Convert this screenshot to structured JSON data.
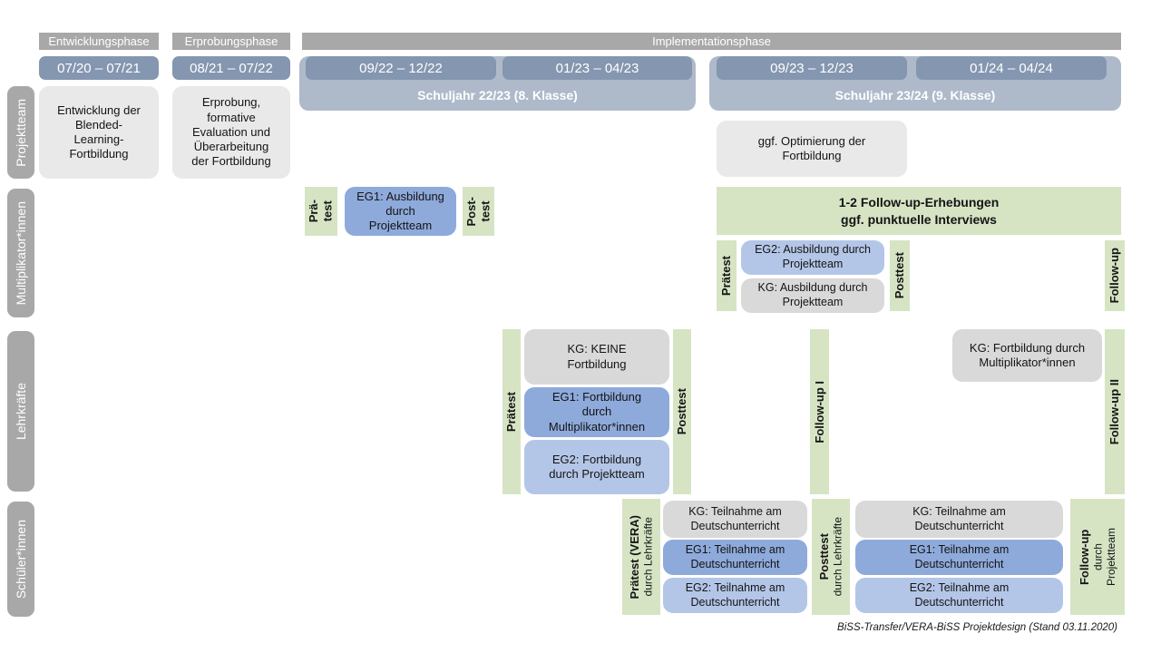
{
  "colors": {
    "header_gray": "#a8a8a8",
    "date_bar_blue": "#8496b0",
    "schuljahr_container_blue": "#aebaca",
    "box_light_gray": "#e9e9e9",
    "kg_gray": "#d9d9d9",
    "eg1_blue": "#8eaadb",
    "eg2_blue": "#b4c6e7",
    "test_green": "#d6e4c4"
  },
  "phases": {
    "entwicklung": {
      "label": "Entwicklungsphase",
      "date": "07/20 – 07/21"
    },
    "erprobung": {
      "label": "Erprobungsphase",
      "date": "08/21 – 07/22"
    },
    "implementation": {
      "label": "Implementationsphase"
    }
  },
  "schuljahre": {
    "sj2223": {
      "label": "Schuljahr 22/23 (8. Klasse)",
      "term1": "09/22 – 12/22",
      "term2": "01/23 – 04/23"
    },
    "sj2324": {
      "label": "Schuljahr 23/24 (9. Klasse)",
      "term1": "09/23 – 12/23",
      "term2": "01/24 – 04/24"
    }
  },
  "row_labels": {
    "projektteam": "Projektteam",
    "multiplikatoren": "Multiplikator*innen",
    "lehrkraefte": "Lehrkräfte",
    "schueler": "Schüler*innen"
  },
  "projektteam": {
    "entwicklung_box": "Entwicklung der\nBlended-\nLearning-\nFortbildung",
    "erprobung_box": "Erprobung,\nformative\nEvaluation und\nÜberarbeitung\nder Fortbildung",
    "optimierung_box": "ggf. Optimierung der\nFortbildung"
  },
  "multiplikatoren": {
    "praetest_1": "Prä-\ntest",
    "eg1_ausbildung": "EG1: Ausbildung\ndurch\nProjektteam",
    "posttest_1": "Post-\ntest",
    "followup_bar": "1-2 Follow-up-Erhebungen\nggf. punktuelle Interviews",
    "praetest_2": "Prätest",
    "eg2_ausbildung": "EG2: Ausbildung durch\nProjektteam",
    "kg_ausbildung": "KG: Ausbildung durch\nProjektteam",
    "posttest_2": "Posttest",
    "followup": "Follow-up"
  },
  "lehrkraefte": {
    "praetest": "Prätest",
    "kg_keine": "KG: KEINE\nFortbildung",
    "eg1_fortbildung": "EG1: Fortbildung\ndurch\nMultiplikator*innen",
    "eg2_fortbildung": "EG2: Fortbildung\ndurch Projektteam",
    "posttest": "Posttest",
    "followup1": "Follow-up I",
    "kg_fortbildung": "KG: Fortbildung durch\nMultiplikator*innen",
    "followup2": "Follow-up II"
  },
  "schueler": {
    "praetest_main": "Prätest (VERA)",
    "praetest_sub": "durch Lehrkräfte",
    "kg_teilnahme": "KG: Teilnahme am\nDeutschunterricht",
    "eg1_teilnahme": "EG1: Teilnahme am\nDeutschunterricht",
    "eg2_teilnahme": "EG2: Teilnahme am\nDeutschunterricht",
    "posttest_main": "Posttest",
    "posttest_sub": "durch Lehrkräfte",
    "followup_main": "Follow-up",
    "followup_sub1": "durch",
    "followup_sub2": "Projektteam"
  },
  "caption": "BiSS-Transfer/VERA-BiSS Projektdesign (Stand 03.11.2020)"
}
